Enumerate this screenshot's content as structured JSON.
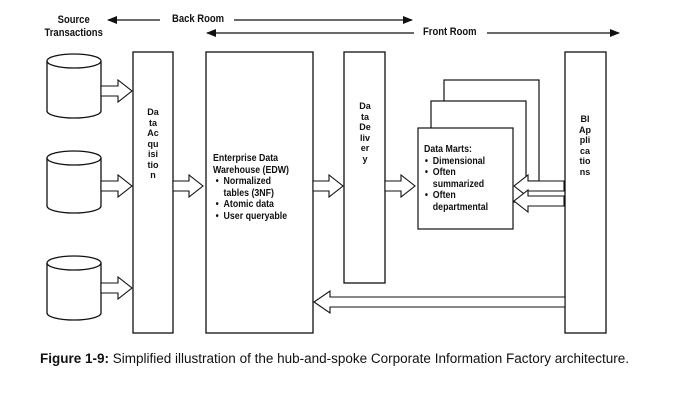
{
  "labels": {
    "source": [
      "Source",
      "Transactions"
    ],
    "back_room": "Back Room",
    "front_room": "Front Room"
  },
  "vertical_labels": {
    "data_acquisition": "Data Acquisition",
    "data_delivery": "Data Delivery",
    "bi_applications": "BI Applications"
  },
  "edw": {
    "title": [
      "Enterprise Data",
      "Warehouse (EDW)"
    ],
    "bullets": [
      "Normalized tables (3NF)",
      "Atomic data",
      "User queryable"
    ]
  },
  "data_marts": {
    "title": "Data Marts:",
    "bullets": [
      "Dimensional",
      "Often summarized",
      "Often departmental"
    ]
  },
  "caption": {
    "figure": "Figure 1-9:",
    "text": " Simplified illustration of the hub-and-spoke Corporate Information Factory architecture."
  }
}
